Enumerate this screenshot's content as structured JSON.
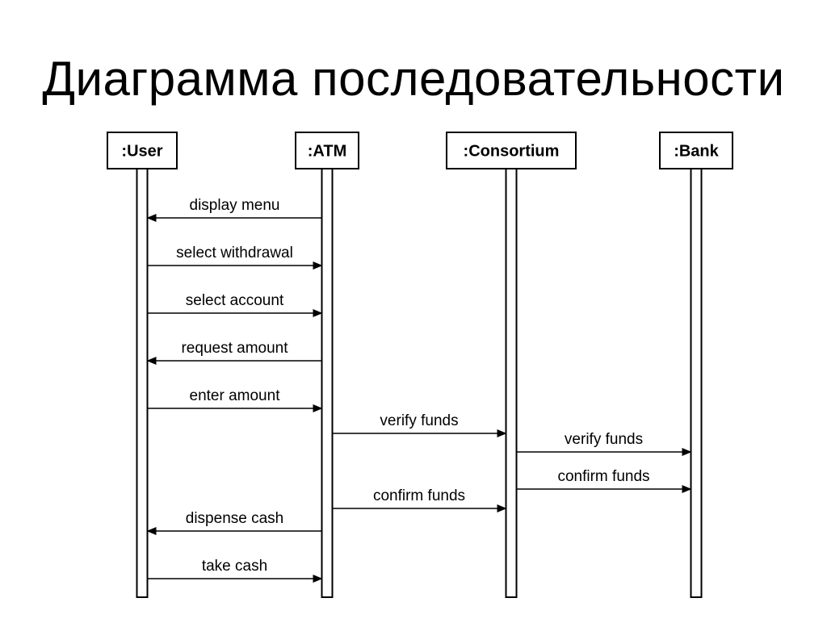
{
  "title": "Диаграмма последовательности",
  "participants": [
    {
      "id": "user",
      "label": ":User"
    },
    {
      "id": "atm",
      "label": ":ATM"
    },
    {
      "id": "consortium",
      "label": ":Consortium"
    },
    {
      "id": "bank",
      "label": ":Bank"
    }
  ],
  "messages": [
    {
      "label": "display menu",
      "from": "atm",
      "to": "user"
    },
    {
      "label": "select withdrawal",
      "from": "user",
      "to": "atm"
    },
    {
      "label": "select account",
      "from": "user",
      "to": "atm"
    },
    {
      "label": "request amount",
      "from": "atm",
      "to": "user"
    },
    {
      "label": "enter amount",
      "from": "user",
      "to": "atm"
    },
    {
      "label": "verify funds",
      "from": "atm",
      "to": "consortium"
    },
    {
      "label": "verify funds",
      "from": "consortium",
      "to": "bank"
    },
    {
      "label": "confirm funds",
      "from": "consortium",
      "to": "bank"
    },
    {
      "label": "confirm funds",
      "from": "atm",
      "to": "consortium"
    },
    {
      "label": "dispense cash",
      "from": "atm",
      "to": "user"
    },
    {
      "label": "take cash",
      "from": "user",
      "to": "atm"
    }
  ]
}
